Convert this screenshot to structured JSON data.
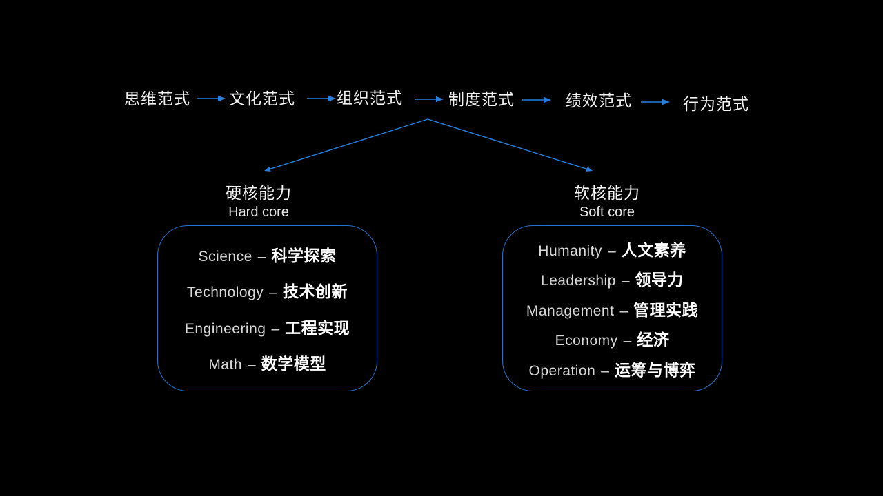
{
  "slide": {
    "background": "#000000",
    "accent_arrow_color": "#2680e0",
    "accent_border_color": "#2472cc"
  },
  "chain": {
    "items": [
      "思维范式",
      "文化范式",
      "组织范式",
      "制度范式",
      "绩效范式",
      "行为范式"
    ]
  },
  "separator": "–",
  "groups": {
    "hard": {
      "title_zh": "硬核能力",
      "title_en": "Hard core",
      "items": [
        {
          "en": "Science",
          "zh": "科学探索"
        },
        {
          "en": "Technology",
          "zh": "技术创新"
        },
        {
          "en": "Engineering",
          "zh": "工程实现"
        },
        {
          "en": "Math",
          "zh": "数学模型"
        }
      ]
    },
    "soft": {
      "title_zh": "软核能力",
      "title_en": "Soft core",
      "items": [
        {
          "en": "Humanity",
          "zh": "人文素养"
        },
        {
          "en": "Leadership",
          "zh": "领导力"
        },
        {
          "en": "Management",
          "zh": "管理实践"
        },
        {
          "en": "Economy",
          "zh": "经济"
        },
        {
          "en": "Operation",
          "zh": "运筹与博弈"
        }
      ]
    }
  }
}
